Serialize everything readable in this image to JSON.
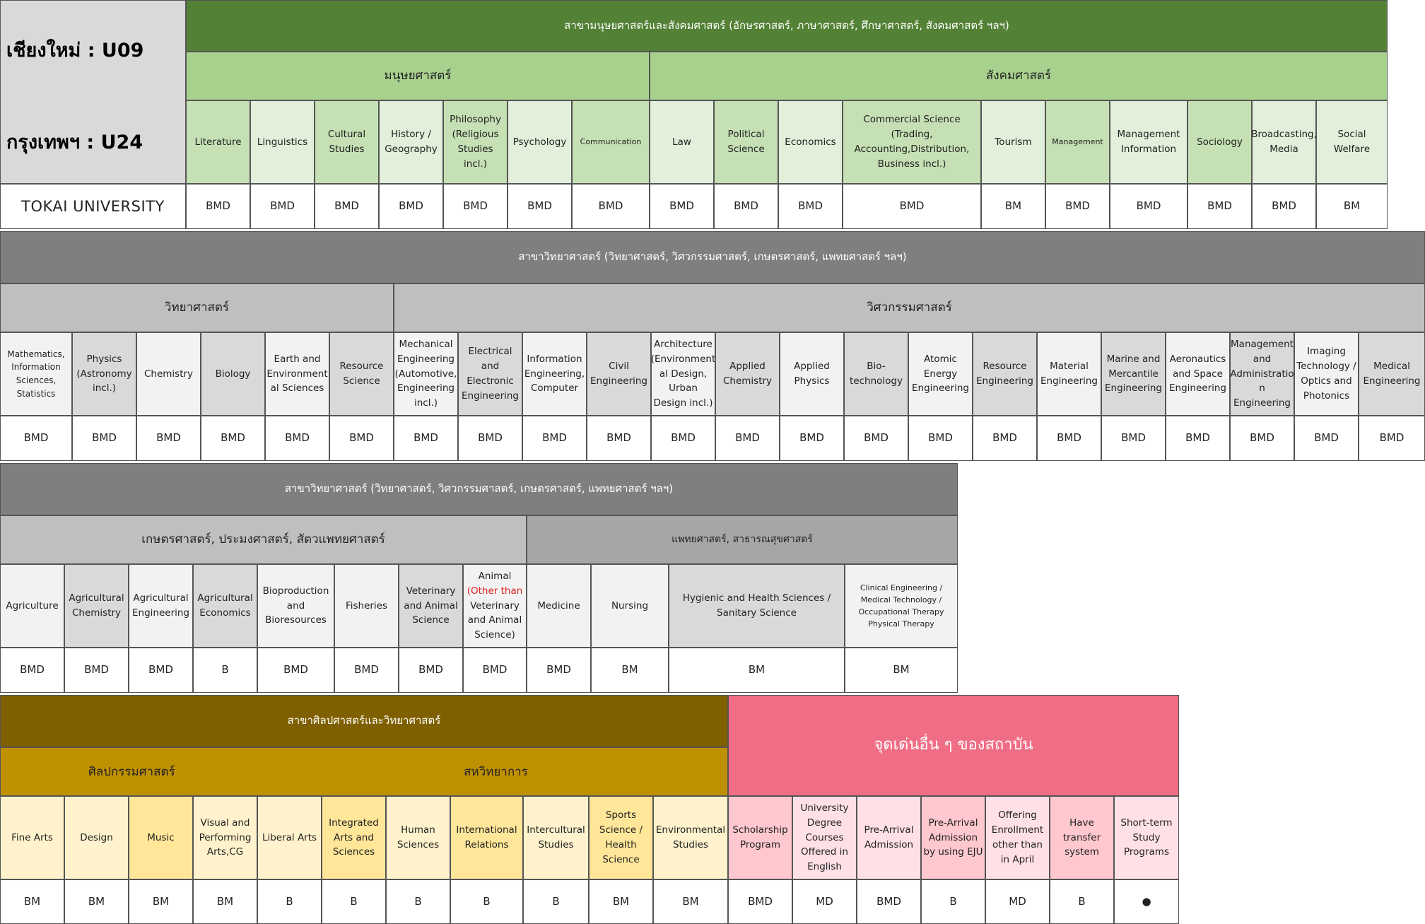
{
  "codes": {
    "chiangmai": "เชียงใหม่ : U09",
    "bangkok": "กรุงเทพฯ : U24"
  },
  "university": "TOKAI UNIVERSITY",
  "humanities": {
    "title": "สาขามนุษยศาสตร์และสังคมศาสตร์ (อักษรศาสตร์, ภาษาศาสตร์, ศึกษาศาสตร์, สังคมศาสตร์ ฯลฯ)",
    "group1": "มนุษยศาสตร์",
    "group2": "สังคมศาสตร์",
    "columns": [
      {
        "label": "Literature",
        "value": "BMD"
      },
      {
        "label": "Linguistics",
        "value": "BMD"
      },
      {
        "label": "Cultural Studies",
        "value": "BMD"
      },
      {
        "label": "History / Geography",
        "value": "BMD"
      },
      {
        "label": "Philosophy (Religious Studies incl.)",
        "value": "BMD"
      },
      {
        "label": "Psychology",
        "value": "BMD"
      },
      {
        "label": "Communication",
        "value": "BMD"
      },
      {
        "label": "Law",
        "value": "BMD"
      },
      {
        "label": "Political Science",
        "value": "BMD"
      },
      {
        "label": "Economics",
        "value": "BMD"
      },
      {
        "label": "Commercial Science (Trading, Accounting,Distribution, Business incl.)",
        "value": "BMD"
      },
      {
        "label": "Tourism",
        "value": "BM"
      },
      {
        "label": "Management",
        "value": "BMD"
      },
      {
        "label": "Management Information",
        "value": "BMD"
      },
      {
        "label": "Sociology",
        "value": "BMD"
      },
      {
        "label": "Broadcasting, Media",
        "value": "BMD"
      },
      {
        "label": "Social Welfare",
        "value": "BM"
      }
    ]
  },
  "science": {
    "title": "สาขาวิทยาศาสตร์ (วิทยาศาสตร์, วิศวกรรมศาสตร์, เกษตรศาสตร์, แพทยศาสตร์ ฯลฯ)",
    "group1": "วิทยาศาสตร์",
    "group2": "วิศวกรรมศาสตร์",
    "columns": [
      {
        "label": "Mathematics, Information Sciences, Statistics",
        "value": "BMD"
      },
      {
        "label": "Physics (Astronomy incl.)",
        "value": "BMD"
      },
      {
        "label": "Chemistry",
        "value": "BMD"
      },
      {
        "label": "Biology",
        "value": "BMD"
      },
      {
        "label": "Earth and Environment al Sciences",
        "value": "BMD"
      },
      {
        "label": "Resource Science",
        "value": "BMD"
      },
      {
        "label": "Mechanical Engineering (Automotive, Engineering incl.)",
        "value": "BMD"
      },
      {
        "label": "Electrical and Electronic Engineering",
        "value": "BMD"
      },
      {
        "label": "Information Engineering, Computer",
        "value": "BMD"
      },
      {
        "label": "Civil Engineering",
        "value": "BMD"
      },
      {
        "label": "Architecture (Environment al Design, Urban Design incl.)",
        "value": "BMD"
      },
      {
        "label": "Applied Chemistry",
        "value": "BMD"
      },
      {
        "label": "Applied Physics",
        "value": "BMD"
      },
      {
        "label": "Bio- technology",
        "value": "BMD"
      },
      {
        "label": "Atomic Energy Engineering",
        "value": "BMD"
      },
      {
        "label": "Resource Engineering",
        "value": "BMD"
      },
      {
        "label": "Material Engineering",
        "value": "BMD"
      },
      {
        "label": "Marine and Mercantile Engineering",
        "value": "BMD"
      },
      {
        "label": "Aeronautics and Space Engineering",
        "value": "BMD"
      },
      {
        "label": "Management and Administratio n Engineering",
        "value": "BMD"
      },
      {
        "label": "Imaging Technology / Optics and Photonics",
        "value": "BMD"
      },
      {
        "label": "Medical Engineering",
        "value": "BMD"
      }
    ]
  },
  "agri": {
    "title": "สาขาวิทยาศาสตร์ (วิทยาศาสตร์, วิศวกรรมศาสตร์, เกษตรศาสตร์, แพทยศาสตร์ ฯลฯ)",
    "group1": "เกษตรศาสตร์, ประมงศาสตร์, สัตวแพทยศาสตร์",
    "group2": "แพทยศาสตร์, สาธารณสุขศาสตร์",
    "animal_line1": "Animal",
    "animal_red": "(Other than",
    "animal_line2": "Veterinary and Animal Science)",
    "columns": [
      {
        "label": "Agriculture",
        "value": "BMD"
      },
      {
        "label": "Agricultural Chemistry",
        "value": "BMD"
      },
      {
        "label": "Agricultural Engineering",
        "value": "BMD"
      },
      {
        "label": "Agricultural Economics",
        "value": "B"
      },
      {
        "label": "Bioproduction and Bioresources",
        "value": "BMD"
      },
      {
        "label": "Fisheries",
        "value": "BMD"
      },
      {
        "label": "Veterinary and Animal Science",
        "value": "BMD"
      },
      {
        "label": "",
        "value": "BMD"
      },
      {
        "label": "Medicine",
        "value": "BMD"
      },
      {
        "label": "Nursing",
        "value": "BM"
      },
      {
        "label": "Hygienic and Health Sciences / Sanitary Science",
        "value": "BM"
      },
      {
        "label": "Clinical Engineering / Medical Technology / Occupational Therapy Physical Therapy",
        "value": "BM"
      }
    ]
  },
  "arts": {
    "title": "สาขาศิลปศาสตร์และวิทยาศาสตร์",
    "group1": "ศิลปกรรมศาสตร์",
    "group2": "สหวิทยาการ",
    "columns": [
      {
        "label": "Fine Arts",
        "value": "BM"
      },
      {
        "label": "Design",
        "value": "BM"
      },
      {
        "label": "Music",
        "value": "BM"
      },
      {
        "label": "Visual and Performing Arts,CG",
        "value": "BM"
      },
      {
        "label": "Liberal Arts",
        "value": "B"
      },
      {
        "label": "Integrated Arts and Sciences",
        "value": "B"
      },
      {
        "label": "Human Sciences",
        "value": "B"
      },
      {
        "label": "International Relations",
        "value": "B"
      },
      {
        "label": "Intercultural Studies",
        "value": "B"
      },
      {
        "label": "Sports Science / Health Science",
        "value": "BM"
      },
      {
        "label": "Environmental Studies",
        "value": "BM"
      }
    ]
  },
  "features": {
    "title": "จุดเด่นอื่น ๆ ของสถาบัน",
    "columns": [
      {
        "label": "Scholarship Program",
        "value": "BMD"
      },
      {
        "label": "University Degree Courses Offered in English",
        "value": "MD"
      },
      {
        "label": "Pre-Arrival Admission",
        "value": "BMD"
      },
      {
        "label": "Pre-Arrival Admission by using EJU",
        "value": "B"
      },
      {
        "label": "Offering Enrollment other than in April",
        "value": "MD"
      },
      {
        "label": "Have transfer system",
        "value": "B"
      },
      {
        "label": "Short-term Study Programs",
        "value": "●"
      }
    ]
  },
  "colors": {
    "humanities_title": "#538135",
    "humanities_group": "#a9d18e",
    "science_title": "#7f7f7f",
    "science_group": "#bfbfbf",
    "arts_title": "#7f6000",
    "arts_group": "#bf9000",
    "features_title": "#f06e85"
  }
}
